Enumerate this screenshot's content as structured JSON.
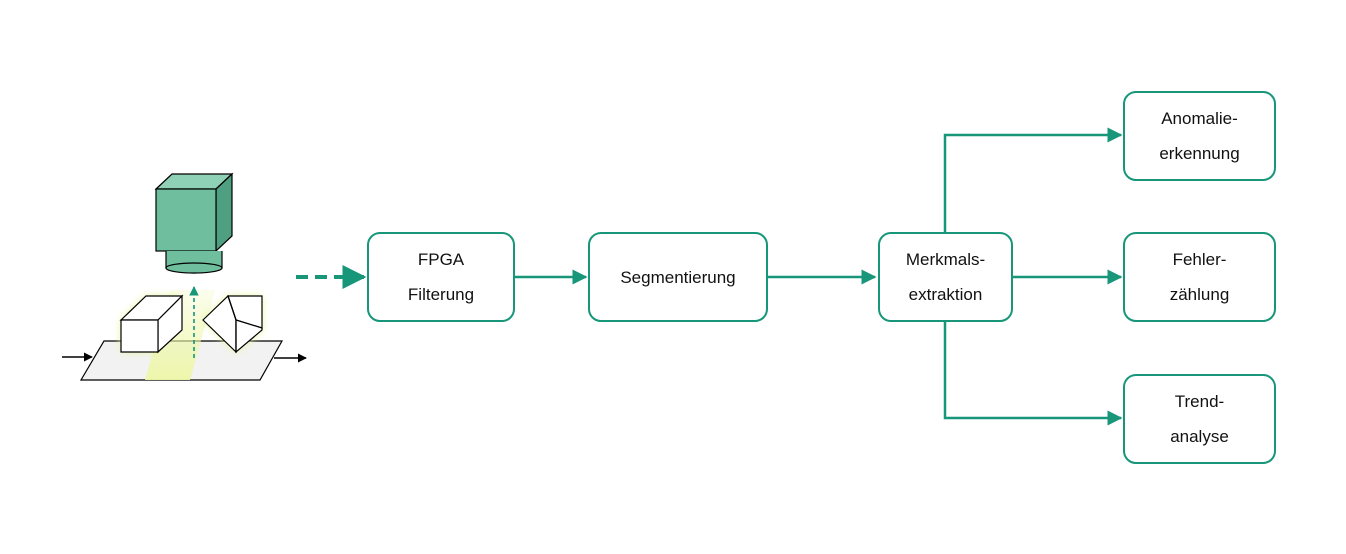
{
  "colors": {
    "accent": "#17967a",
    "camera_body": "#6fbf9f",
    "light_glow": "#e8f59a",
    "arrow_black": "#000000"
  },
  "nodes": {
    "fpga": {
      "line1": "FPGA",
      "line2": "Filterung"
    },
    "segmentation": {
      "line1": "Segmentierung"
    },
    "feature": {
      "line1": "Merkmals-",
      "line2": "extraktion"
    },
    "anomaly": {
      "line1": "Anomalie-",
      "line2": "erkennung"
    },
    "error": {
      "line1": "Fehler-",
      "line2": "zählung"
    },
    "trend": {
      "line1": "Trend-",
      "line2": "analyse"
    }
  },
  "illustration": {
    "icon": "camera-inspection-conveyor-icon"
  }
}
